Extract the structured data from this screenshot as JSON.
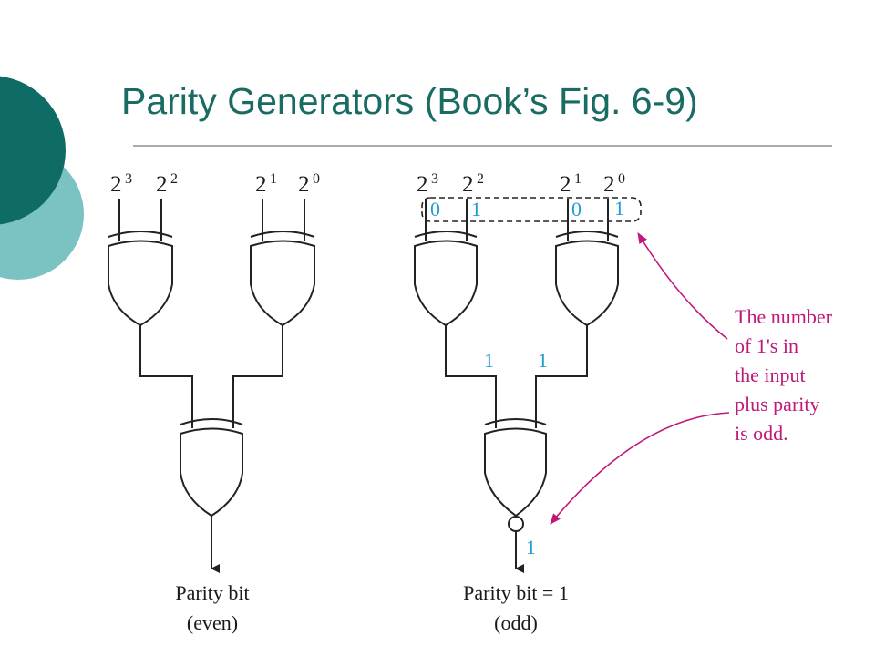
{
  "slide": {
    "title": "Parity Generators (Book’s Fig. 6-9)",
    "colors": {
      "title": "#1a6b62",
      "annotation": "#c0177a",
      "bits": "#1e9bd7",
      "deco_dark": "#0f6b66",
      "deco_light": "#7bc3c3"
    }
  },
  "left_circuit": {
    "inputs": [
      {
        "base": "2",
        "exp": "3"
      },
      {
        "base": "2",
        "exp": "2"
      },
      {
        "base": "2",
        "exp": "1"
      },
      {
        "base": "2",
        "exp": "0"
      }
    ],
    "caption_line1": "Parity bit",
    "caption_line2": "(even)"
  },
  "right_circuit": {
    "inputs": [
      {
        "base": "2",
        "exp": "3",
        "bit": "0"
      },
      {
        "base": "2",
        "exp": "2",
        "bit": "1"
      },
      {
        "base": "2",
        "exp": "1",
        "bit": "0"
      },
      {
        "base": "2",
        "exp": "0",
        "bit": "1"
      }
    ],
    "intermediate_bits": [
      "1",
      "1"
    ],
    "output_bit": "1",
    "caption_line1": "Parity bit = 1",
    "caption_line2": "(odd)"
  },
  "annotation": {
    "lines": [
      "The number",
      "of 1's in",
      "the input",
      "plus parity",
      "is odd."
    ]
  }
}
